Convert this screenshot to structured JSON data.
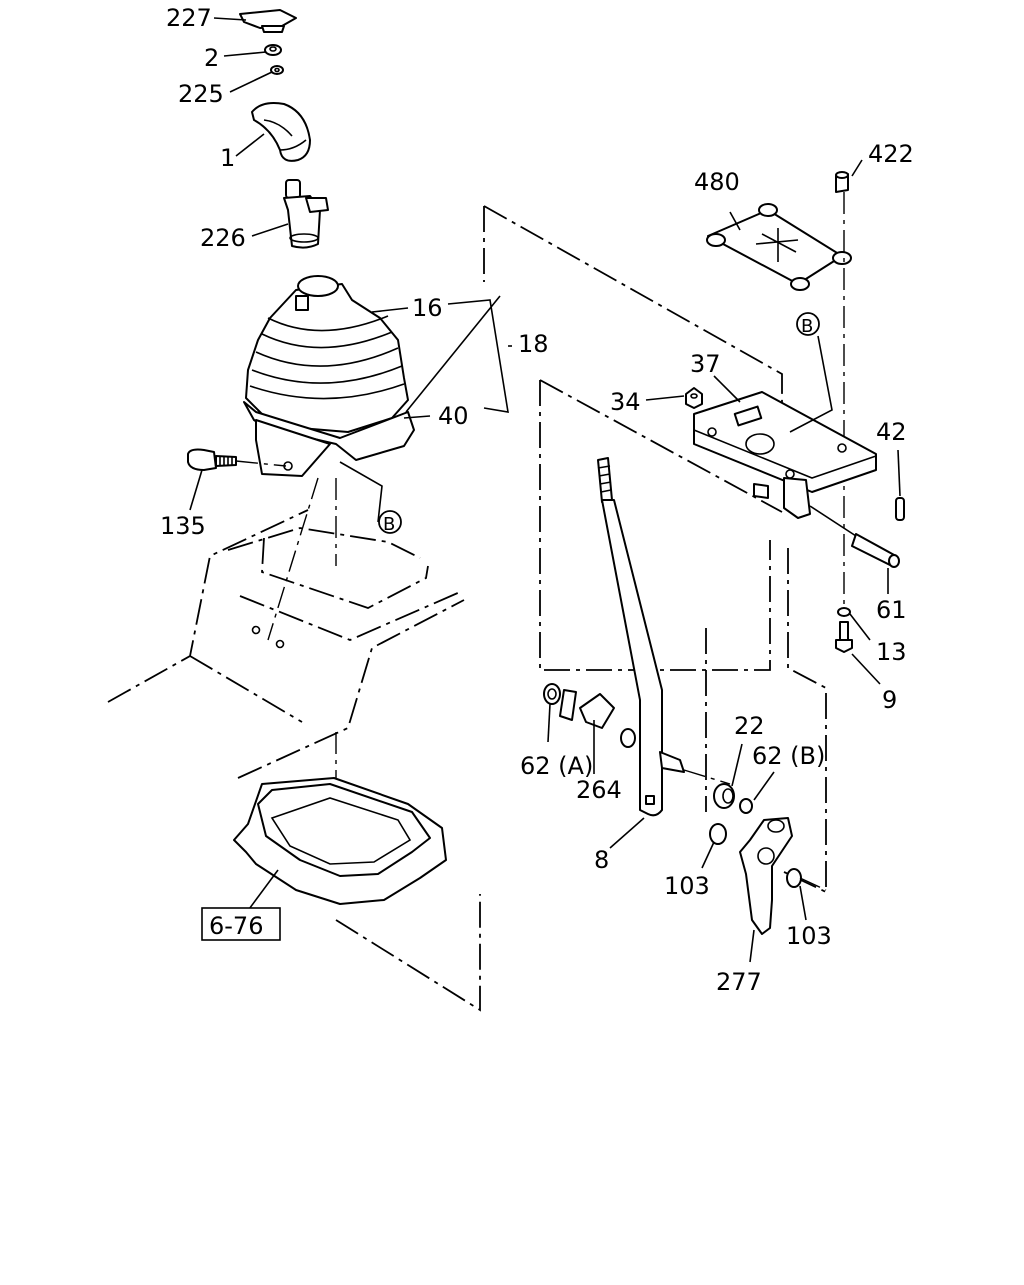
{
  "callouts": {
    "p227": "227",
    "p2": "2",
    "p225": "225",
    "p1": "1",
    "p226": "226",
    "p16": "16",
    "p18": "18",
    "p40": "40",
    "p135": "135",
    "bA": "B",
    "p422": "422",
    "p480": "480",
    "bB": "B",
    "p37": "37",
    "p34": "34",
    "p42": "42",
    "p61": "61",
    "p13": "13",
    "p9": "9",
    "p22": "22",
    "p62b": "62 (B)",
    "p62a": "62 (A)",
    "p264": "264",
    "p8": "8",
    "p103a": "103",
    "p103b": "103",
    "p277": "277"
  },
  "reference_box": "6-76"
}
